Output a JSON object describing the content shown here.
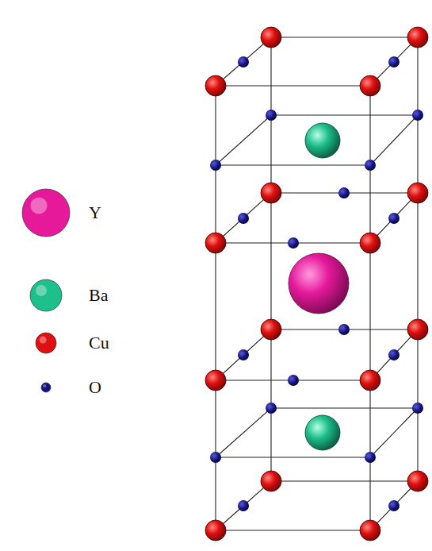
{
  "diagram": {
    "legend": [
      {
        "text": "Y",
        "color": "#e6199b"
      },
      {
        "text": "Ba",
        "color": "#1dbf8a"
      },
      {
        "text": "Cu",
        "color": "#e01010"
      },
      {
        "text": "O",
        "color": "#141480"
      }
    ]
  }
}
